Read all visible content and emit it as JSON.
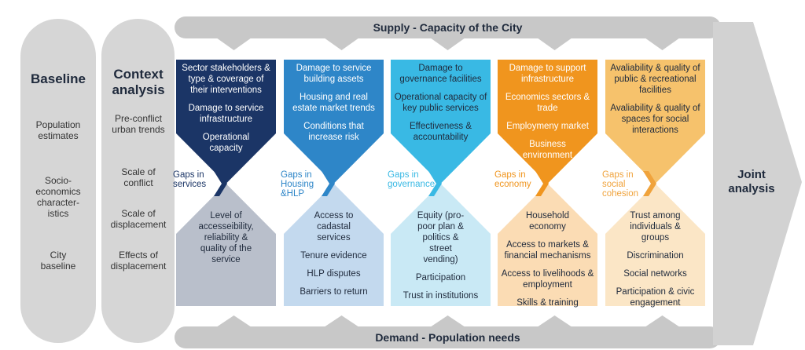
{
  "supply_title": "Supply - Capacity of the City",
  "demand_title": "Demand - Population needs",
  "joint": "Joint analysis",
  "baseline": {
    "title": "Baseline",
    "items": [
      "Population estimates",
      "Socio-economics character-istics",
      "City baseline"
    ]
  },
  "context": {
    "title": "Context analysis",
    "items": [
      "Pre-conflict urban trends",
      "Scale of conflict",
      "Scale of displacement",
      "Effects of displacement"
    ]
  },
  "columns": [
    {
      "top": [
        "Sector stakeholders & type & coverage of their interventions",
        "Damage to service infrastructure",
        "Operational capacity"
      ],
      "gap": "Gaps in services",
      "bottom": [
        "Level of accesseibility, reliability & quality of the service"
      ],
      "colors": {
        "top": "#1b3566",
        "bottom": "#b9bfcb",
        "top_text": "#ffffff",
        "bottom_text": "#1f2a3c",
        "gap": "#1b3566"
      }
    },
    {
      "top": [
        "Damage to service building assets",
        "Housing and real estate market trends",
        "Conditions that increase risk"
      ],
      "gap": "Gaps in Housing &HLP",
      "bottom": [
        "Access to cadastal services",
        "Tenure evidence",
        "HLP disputes",
        "Barriers to return"
      ],
      "colors": {
        "top": "#2e86c8",
        "bottom": "#c3d9ee",
        "top_text": "#ffffff",
        "bottom_text": "#1f2a3c",
        "gap": "#2e86c8"
      }
    },
    {
      "top": [
        "Damage to governance facilities",
        "Operational capacity of key public services",
        "Effectiveness & accountability"
      ],
      "gap": "Gaps in governance",
      "bottom": [
        "Equity (pro-poor plan & politics & street vending)",
        "Participation",
        "Trust in institutions"
      ],
      "colors": {
        "top": "#39b9e4",
        "bottom": "#c9e9f5",
        "top_text": "#1f2a3c",
        "bottom_text": "#1f2a3c",
        "gap": "#39b9e4"
      }
    },
    {
      "top": [
        "Damage to support infrastructure",
        "Economics sectors & trade",
        "Employmeny market",
        "Business environment"
      ],
      "gap": "Gaps in economy",
      "bottom": [
        "Household economy",
        "Access to markets & financial mechanisms",
        "Access to livelihoods & employment",
        "Skills & training"
      ],
      "colors": {
        "top": "#f0951e",
        "bottom": "#fbdcb4",
        "top_text": "#ffffff",
        "bottom_text": "#1f2a3c",
        "gap": "#f0951e"
      }
    },
    {
      "top": [
        "Avaliability & quality of public & recreational facilities",
        "Avaliability & quality of spaces for social interactions"
      ],
      "gap": "Gaps in social cohesion",
      "bottom": [
        "Trust among individuals & groups",
        "Discrimination",
        "Social networks",
        "Participation & civic engagement"
      ],
      "colors": {
        "top": "#f6c26c",
        "bottom": "#fbe6c6",
        "top_text": "#1f2a3c",
        "bottom_text": "#1f2a3c",
        "gap": "#f0a33c"
      }
    }
  ]
}
